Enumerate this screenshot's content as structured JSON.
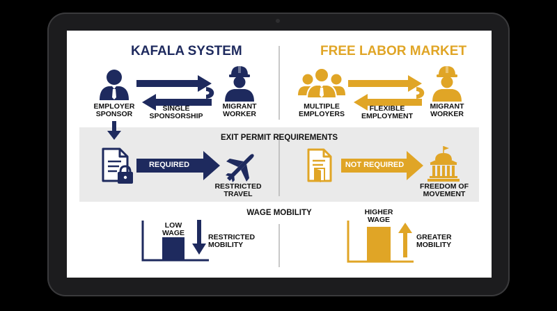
{
  "colors": {
    "navy": "#1e2a5e",
    "gold": "#e0a526",
    "band": "#eaeaea",
    "text": "#111111"
  },
  "left": {
    "title": "KAFALA SYSTEM",
    "employer": [
      "EMPLOYER",
      "SPONSOR"
    ],
    "link": [
      "SINGLE",
      "SPONSORSHIP"
    ],
    "worker": [
      "MIGRANT",
      "WORKER"
    ],
    "permit": "REQUIRED",
    "travel": [
      "RESTRICTED",
      "TRAVEL"
    ],
    "wage": [
      "LOW",
      "WAGE"
    ],
    "mobility": [
      "RESTRICTED",
      "MOBILITY"
    ]
  },
  "right": {
    "title": "FREE LABOR MARKET",
    "employer": [
      "MULTIPLE",
      "EMPLOYERS"
    ],
    "link": [
      "FLEXIBLE",
      "EMPLOYMENT"
    ],
    "worker": [
      "MIGRANT",
      "WORKER"
    ],
    "permit": "NOT REQUIRED",
    "travel": [
      "FREEDOM OF",
      "MOVEMENT"
    ],
    "wage": [
      "HIGHER",
      "WAGE"
    ],
    "mobility": [
      "GREATER",
      "MOBILITY"
    ]
  },
  "sections": {
    "exit": "EXIT PERMIT REQUIREMENTS",
    "wage": "WAGE MOBILITY"
  },
  "icons": {
    "employer": "businessman-icon",
    "worker": "hardhat-worker-icon",
    "employers": "group-of-businessmen-icon",
    "locked_doc": "locked-document-icon",
    "open_doc": "document-with-open-door-icon",
    "plane": "airplane-icon",
    "building": "government-building-icon"
  }
}
